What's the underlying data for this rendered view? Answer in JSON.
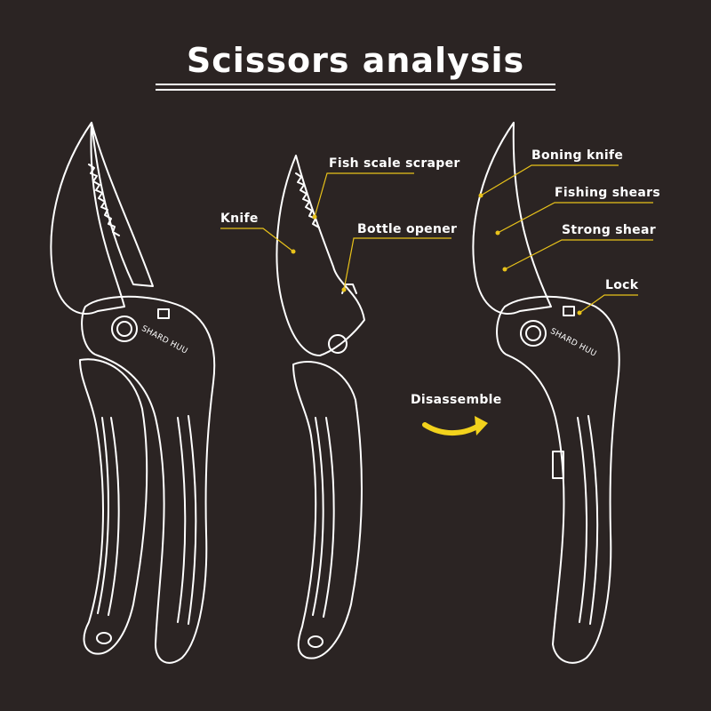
{
  "title": "Scissors analysis",
  "labels": {
    "knife": "Knife",
    "fish_scale_scraper": "Fish scale scraper",
    "bottle_opener": "Bottle opener",
    "boning_knife": "Boning knife",
    "fishing_shears": "Fishing shears",
    "strong_shear": "Strong shear",
    "lock": "Lock",
    "disassemble": "Disassemble"
  },
  "brand": "SHARD HUU",
  "colors": {
    "background": "#2b2423",
    "outline": "#ffffff",
    "callout": "#e8c21a",
    "arrow": "#f2d21c"
  }
}
